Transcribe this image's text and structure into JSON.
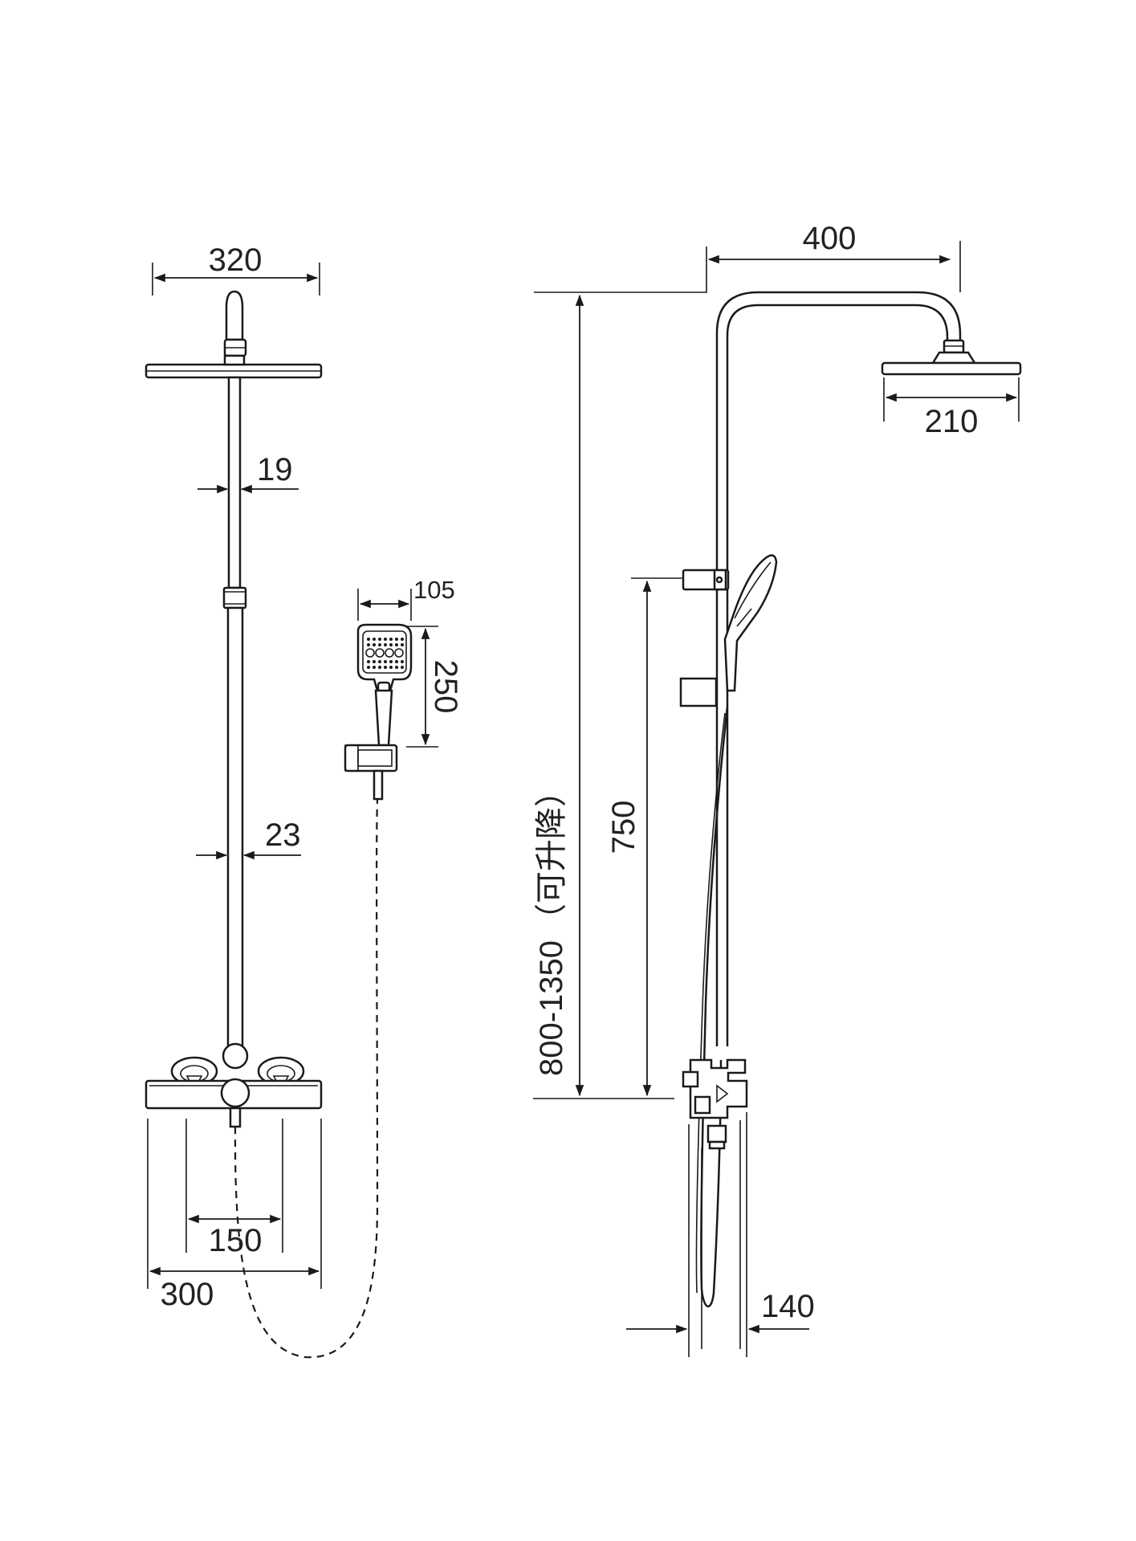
{
  "dimensions": {
    "front_head_width": "320",
    "upper_pipe_diameter": "19",
    "lower_pipe_diameter": "23",
    "inlet_spacing": "150",
    "mixer_width": "300",
    "handshower_width": "105",
    "handshower_length": "250",
    "arm_reach": "400",
    "side_head_width": "210",
    "height_range": "800-1350",
    "height_range_note": "（可升降）",
    "slider_height": "750",
    "wall_offset": "140"
  }
}
